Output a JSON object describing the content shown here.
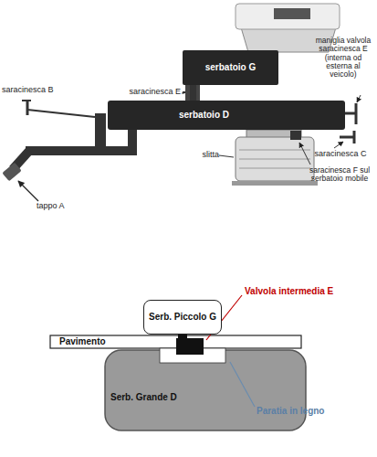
{
  "diagram": {
    "nodes": [
      {
        "text": [
          "serbatoio G"
        ]
      },
      {
        "text": [
          "serbatoio D"
        ]
      },
      {
        "text": [
          "Serb. Piccolo G"
        ]
      },
      {
        "text": [
          "Pavimento"
        ]
      },
      {
        "text": [
          "Serb. Grande D"
        ]
      }
    ],
    "edges": [
      {
        "from": 0,
        "to": 1,
        "arrow": "none"
      },
      {
        "from": 2,
        "to": 4,
        "arrow": "none"
      }
    ],
    "labels": [
      "saracinesca E",
      "saracinesca B",
      "tappo A",
      "maniglia valvola saracinesca E (interna od esterna al veicolo)",
      "saracinesca C",
      "slitta",
      "saracinesca F sul serbatoio mobile",
      "Valvola intermedia E",
      "Paratia in legno"
    ]
  }
}
